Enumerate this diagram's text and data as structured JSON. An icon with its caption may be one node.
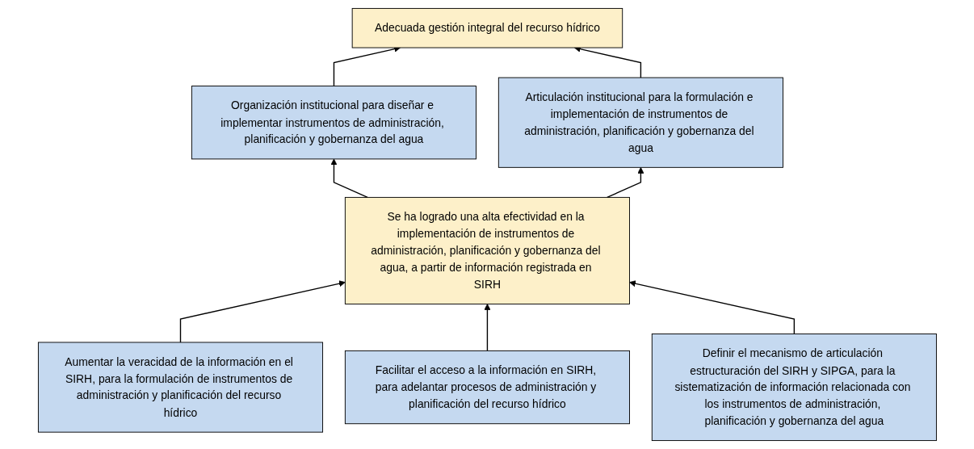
{
  "diagram": {
    "nodes": [
      {
        "text": [
          "Adecuada gestión integral del recurso hídrico"
        ]
      },
      {
        "text": [
          "Organización institucional para diseñar e implementar instrumentos de administración, planificación y gobernanza del agua"
        ]
      },
      {
        "text": [
          "Articulación institucional para la formulación e implementación de instrumentos de administración, planificación y gobernanza del agua"
        ]
      },
      {
        "text": [
          "Se ha logrado una alta efectividad en la implementación de instrumentos de administración, planificación y gobernanza del agua, a partir de información registrada en SIRH"
        ]
      },
      {
        "text": [
          "Aumentar la veracidad de la información en el SIRH, para la formulación de instrumentos de administración y planificación del recurso hídrico"
        ]
      },
      {
        "text": [
          "Facilitar el acceso a la información en SIRH, para adelantar procesos de administración y planificación del recurso hídrico"
        ]
      },
      {
        "text": [
          "Definir el mecanismo de articulación estructuración del SIRH y SIPGA, para la sistematización de información relacionada con los instrumentos de administración, planificación y gobernanza del agua"
        ]
      }
    ],
    "edges": [
      {
        "from": 1,
        "to": 0,
        "arrow": "to"
      },
      {
        "from": 2,
        "to": 0,
        "arrow": "to"
      },
      {
        "from": 3,
        "to": 1,
        "arrow": "to"
      },
      {
        "from": 3,
        "to": 2,
        "arrow": "to"
      },
      {
        "from": 4,
        "to": 3,
        "arrow": "to"
      },
      {
        "from": 5,
        "to": 3,
        "arrow": "to"
      },
      {
        "from": 6,
        "to": 3,
        "arrow": "to"
      }
    ]
  }
}
